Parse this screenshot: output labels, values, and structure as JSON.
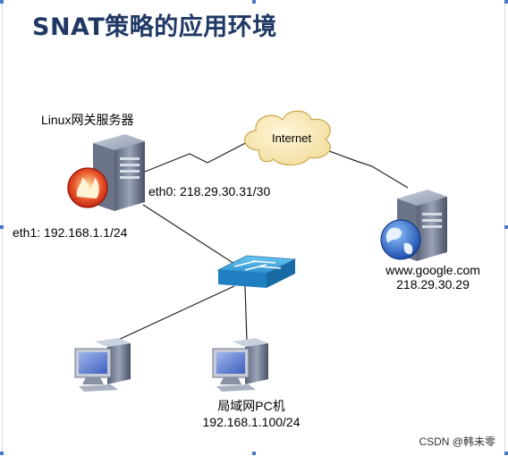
{
  "title": "SNAT策略的应用环境",
  "nodes": {
    "gateway": {
      "label": "Linux网关服务器",
      "eth0": "eth0: 218.29.30.31/30",
      "eth1": "eth1: 192.168.1.1/24"
    },
    "internet": {
      "label": "Internet"
    },
    "server": {
      "label": "www.google.com",
      "ip": "218.29.30.29"
    },
    "lan_pc": {
      "label": "局域网PC机",
      "ip": "192.168.1.100/24"
    }
  },
  "watermark": "CSDN @韩未零"
}
